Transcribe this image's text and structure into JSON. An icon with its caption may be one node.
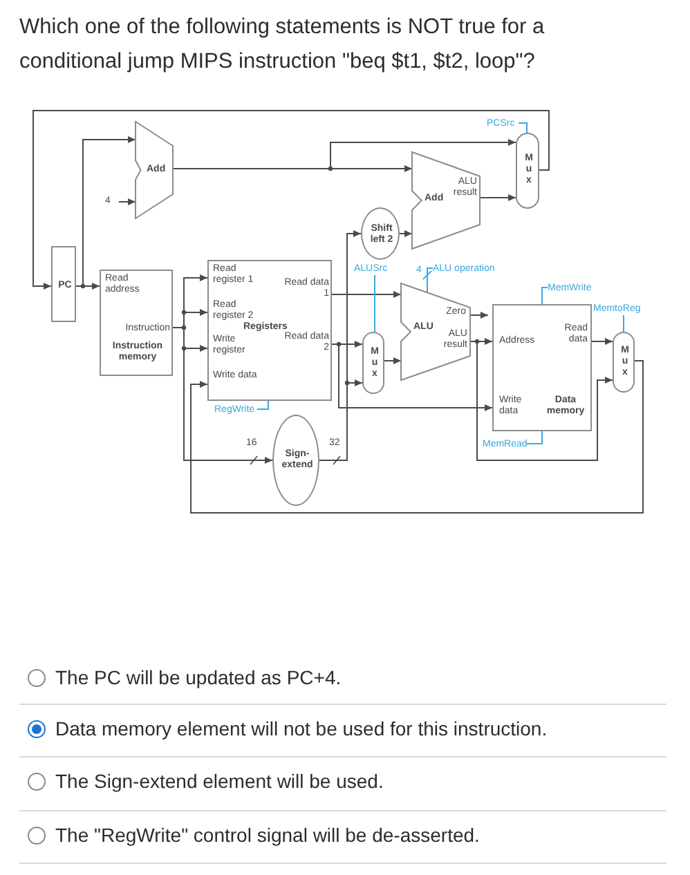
{
  "diagram": {
    "title": "Which one of the following statements is NOT true for a conditional jump MIPS instruction \"beq $t1, $t2, loop\"?",
    "nodes": [
      {
        "text": [
          "PC"
        ]
      },
      {
        "text": [
          "Read address",
          "Instruction",
          "Instruction memory"
        ]
      },
      {
        "text": [
          "Add"
        ]
      },
      {
        "text": [
          "4"
        ]
      },
      {
        "text": [
          "Read register 1",
          "Read register 2",
          "Write register",
          "Write data",
          "Registers",
          "Read data 1",
          "Read data 2"
        ]
      },
      {
        "text": [
          "Sign-extend"
        ]
      },
      {
        "text": [
          "Shift left 2"
        ]
      },
      {
        "text": [
          "Add",
          "ALU result"
        ]
      },
      {
        "text": [
          "Mux"
        ]
      },
      {
        "text": [
          "ALU",
          "Zero",
          "ALU result"
        ]
      },
      {
        "text": [
          "Mux"
        ]
      },
      {
        "text": [
          "Address",
          "Read data",
          "Write data",
          "Data memory"
        ]
      },
      {
        "text": [
          "Mux"
        ]
      },
      {
        "text": [
          "PCSrc"
        ]
      },
      {
        "text": [
          "ALUSrc"
        ]
      },
      {
        "text": [
          "ALU operation"
        ]
      },
      {
        "text": [
          "MemWrite"
        ]
      },
      {
        "text": [
          "MemtoReg"
        ]
      },
      {
        "text": [
          "RegWrite"
        ]
      },
      {
        "text": [
          "MemRead"
        ]
      }
    ],
    "edges": [
      {
        "from": 0,
        "to": 1,
        "arrow": "to"
      },
      {
        "from": 0,
        "to": 2,
        "arrow": "to"
      },
      {
        "from": 3,
        "to": 2,
        "arrow": "to"
      },
      {
        "from": 2,
        "to": 8,
        "arrow": "to"
      },
      {
        "from": 2,
        "to": 7,
        "arrow": "to"
      },
      {
        "from": 8,
        "to": 0,
        "arrow": "to"
      },
      {
        "from": 1,
        "to": 4,
        "arrow": "to"
      },
      {
        "from": 1,
        "to": 4,
        "arrow": "to"
      },
      {
        "from": 1,
        "to": 4,
        "arrow": "to"
      },
      {
        "from": 1,
        "to": 5,
        "arrow": "to"
      },
      {
        "from": 5,
        "to": 6,
        "arrow": "to"
      },
      {
        "from": 5,
        "to": 10,
        "arrow": "to"
      },
      {
        "from": 6,
        "to": 7,
        "arrow": "to"
      },
      {
        "from": 7,
        "to": 8,
        "arrow": "to"
      },
      {
        "from": 4,
        "to": 9,
        "arrow": "to"
      },
      {
        "from": 4,
        "to": 10,
        "arrow": "to"
      },
      {
        "from": 4,
        "to": 11,
        "arrow": "to"
      },
      {
        "from": 10,
        "to": 9,
        "arrow": "to"
      },
      {
        "from": 9,
        "to": 11,
        "arrow": "to"
      },
      {
        "from": 9,
        "to": 12,
        "arrow": "to"
      },
      {
        "from": 9,
        "to": null,
        "arrow": "to"
      },
      {
        "from": 11,
        "to": 12,
        "arrow": "to"
      },
      {
        "from": 12,
        "to": 4,
        "arrow": "to"
      },
      {
        "from": 13,
        "to": 8,
        "arrow": "none",
        "color": "#3aa8e0"
      },
      {
        "from": 14,
        "to": 10,
        "arrow": "none",
        "color": "#3aa8e0"
      },
      {
        "from": 15,
        "to": 9,
        "arrow": "none",
        "color": "#3aa8e0"
      },
      {
        "from": 16,
        "to": 11,
        "arrow": "none",
        "color": "#3aa8e0"
      },
      {
        "from": 17,
        "to": 12,
        "arrow": "none",
        "color": "#3aa8e0"
      },
      {
        "from": 18,
        "to": 4,
        "arrow": "none",
        "color": "#3aa8e0"
      },
      {
        "from": 19,
        "to": 11,
        "arrow": "none",
        "color": "#3aa8e0"
      }
    ],
    "labels": [
      "4",
      "16",
      "32",
      "The PC will be updated as PC+4.",
      "Data memory element will not be used for this instruction.",
      "The Sign-extend element will be used.",
      "The \"RegWrite\" control signal will be de-asserted."
    ]
  }
}
